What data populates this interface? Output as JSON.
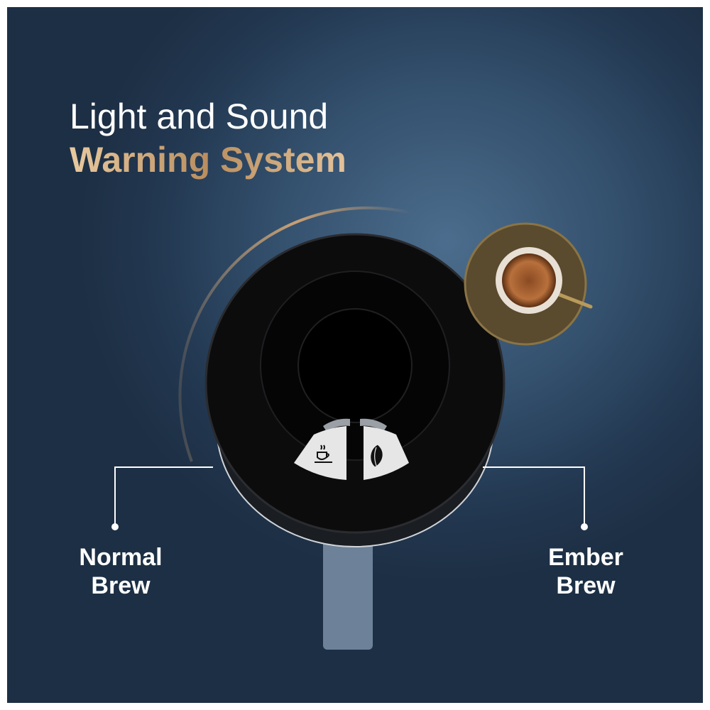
{
  "headline": {
    "line1": "Light and Sound",
    "line2": "Warning System"
  },
  "callouts": [
    {
      "line1": "Normal",
      "line2": "Brew",
      "icon": "coffee-cup-icon"
    },
    {
      "line1": "Ember",
      "line2": "Brew",
      "icon": "coffee-bean-icon"
    }
  ],
  "colors": {
    "accent": "#c9a074",
    "background": "#2b4560"
  }
}
